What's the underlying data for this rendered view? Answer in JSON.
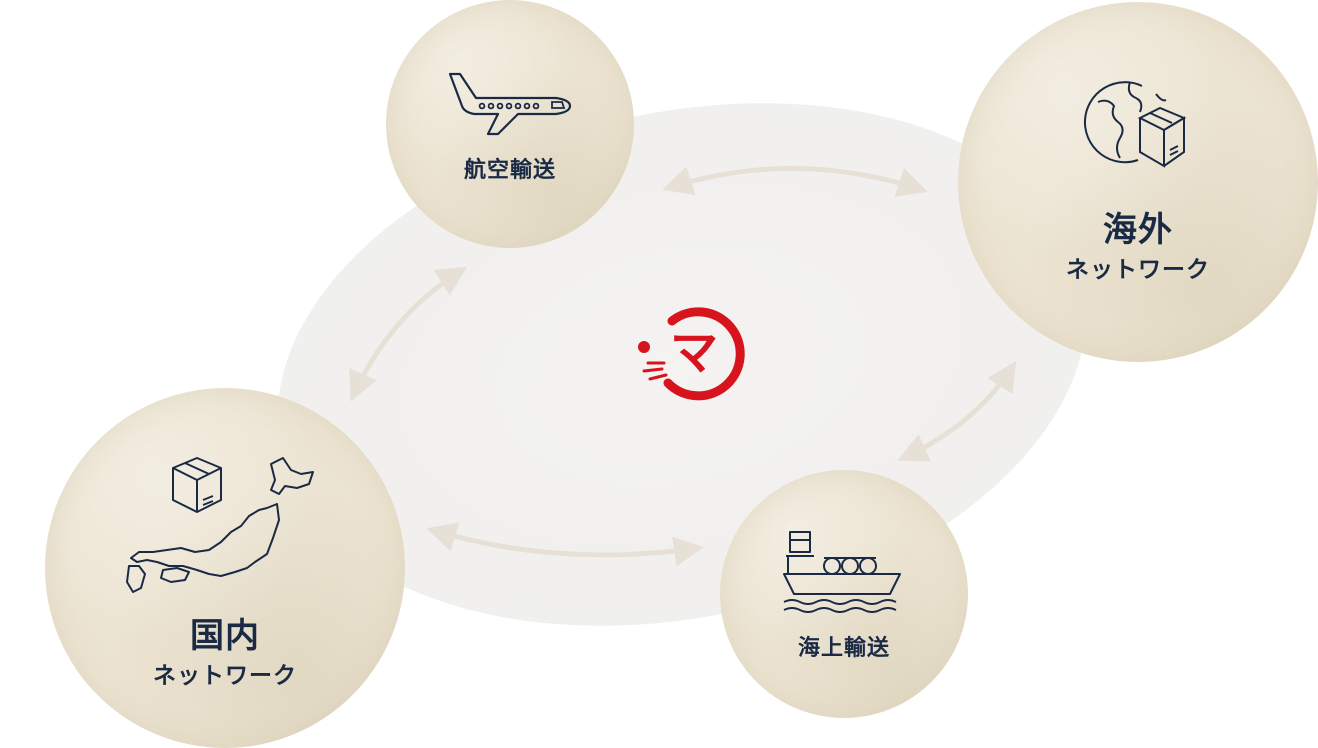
{
  "nodes": {
    "air": {
      "title": "航空輸送",
      "icon": "airplane-icon"
    },
    "overseas": {
      "title": "海外",
      "subtitle": "ネットワーク",
      "icon": "globe-box-icon"
    },
    "domestic": {
      "title": "国内",
      "subtitle": "ネットワーク",
      "icon": "japan-map-box-icon"
    },
    "sea": {
      "title": "海上輸送",
      "icon": "cargo-ship-icon"
    }
  },
  "center": {
    "logo_glyph": "マ",
    "icon": "company-logo"
  },
  "colors": {
    "node_fill": "#ece4d2",
    "label_text": "#1b2a44",
    "icon_stroke": "#1b2a44",
    "logo_red": "#d7141e",
    "arrow": "#e6e0d6"
  }
}
